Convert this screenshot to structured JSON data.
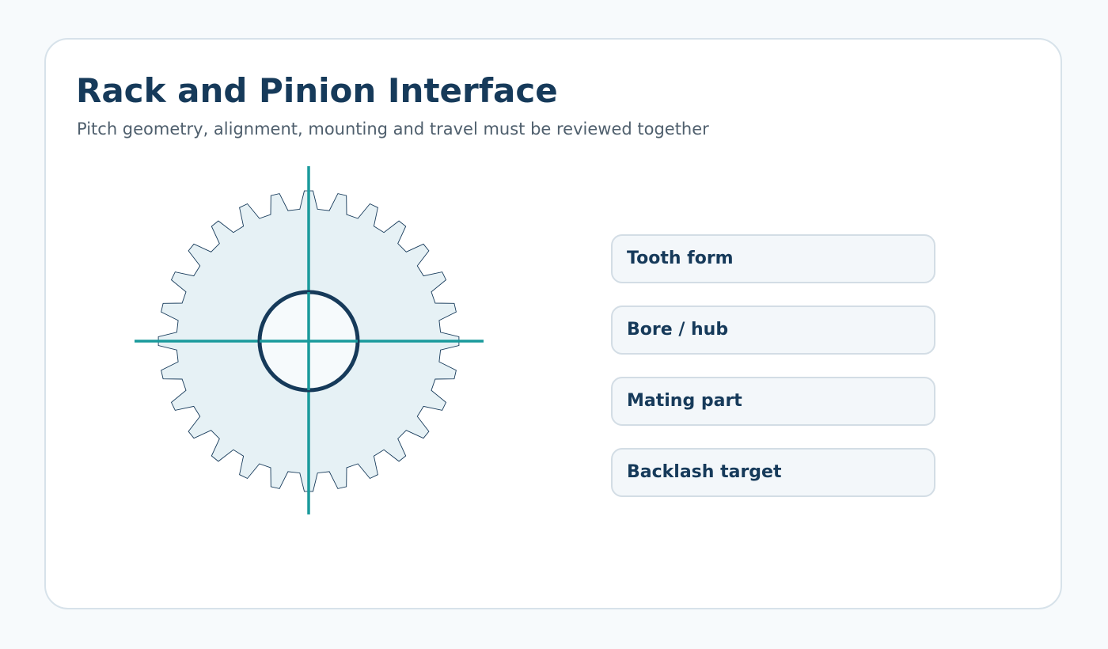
{
  "header": {
    "title": "Rack and Pinion Interface",
    "subtitle": "Pitch geometry, alignment, mounting and travel must be reviewed together"
  },
  "gear": {
    "tooth_count": 28,
    "fill_color": "#e6f1f5",
    "outline_color": "#163a5a",
    "bore_color": "#163a5a",
    "bore_fill": "#f6fafc",
    "axis_color": "#1a9a9c"
  },
  "spec_items": [
    {
      "label": "Tooth form"
    },
    {
      "label": "Bore / hub"
    },
    {
      "label": "Mating part"
    },
    {
      "label": "Backlash target"
    }
  ]
}
